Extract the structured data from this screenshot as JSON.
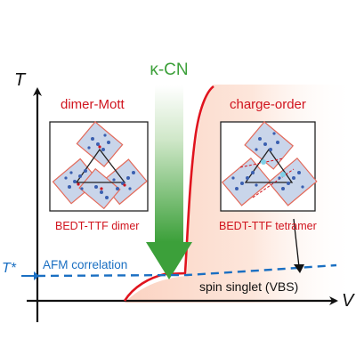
{
  "axes": {
    "y_label": "T",
    "x_label": "V"
  },
  "arrow": {
    "label": "κ-CN"
  },
  "phases": {
    "left_title": "dimer-Mott",
    "right_title": "charge-order",
    "left_caption": "BEDT-TTF dimer",
    "right_caption": "BEDT-TTF tetramer"
  },
  "temperature": {
    "marker": "T*",
    "afm_label": "AFM correlation",
    "singlet_label": "spin singlet (VBS)"
  },
  "colors": {
    "phase_boundary": "#e0141e",
    "charge_order_region": "#fde3d6",
    "afm_line": "#1a6fc2",
    "kappa_arrow": "#3ca03a",
    "caption_red": "#d0141e",
    "axis": "#111111",
    "molecule_blue": "#3a5fb0",
    "molecule_panel": "#c9d5ea",
    "molecule_outline": "#e36a5a"
  }
}
